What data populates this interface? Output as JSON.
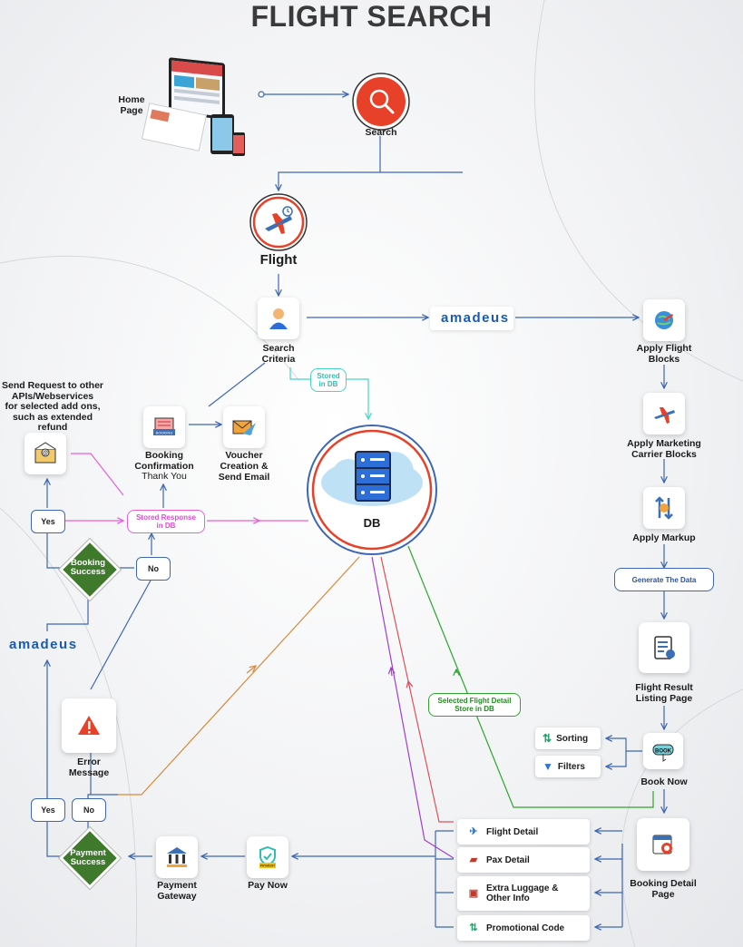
{
  "title": "FLIGHT SEARCH",
  "nodes": {
    "home_page": "Home\nPage",
    "search": "Search",
    "flight": "Flight",
    "search_criteria": "Search\nCriteria",
    "amadeus_top": "amadeus",
    "apply_flight_blocks": "Apply Flight\nBlocks",
    "apply_marketing": "Apply Marketing\nCarrier Blocks",
    "apply_markup": "Apply Markup",
    "generate_data": "Generate The Data",
    "flight_result": "Flight Result\nListing Page",
    "book_now": "Book Now",
    "sorting": "Sorting",
    "filters": "Filters",
    "stored_in_db": "Stored\nin DB",
    "db": "DB",
    "send_request": "Send Request to other\nAPIs/Webservices\nfor selected add ons,\nsuch as extended\nrefund",
    "booking_confirmation": "Booking\nConfirmation",
    "thank_you": "Thank You",
    "voucher": "Voucher\nCreation &\nSend Email",
    "stored_response": "Stored Response\nin DB",
    "yes_top": "Yes",
    "no_top": "No",
    "booking_success": "Booking\nSuccess",
    "amadeus_left": "amadeus",
    "error_message": "Error\nMessage",
    "selected_flight_detail": "Selected Flight Detail\nStore in DB",
    "yes_bottom": "Yes",
    "no_bottom": "No",
    "payment_success": "Payment\nSuccess",
    "payment_gateway": "Payment\nGateway",
    "pay_now": "Pay Now",
    "booking_detail_page": "Booking Detail\nPage",
    "flight_detail": "Flight Detail",
    "pax_detail": "Pax Detail",
    "extra_luggage": "Extra Luggage &\nOther Info",
    "promotional_code": "Promotional Code",
    "booking_badge": "BOOKING",
    "book_badge": "BOOK",
    "payment_badge": "PAYMENT"
  },
  "colors": {
    "flow_blue": "#3d66b5",
    "teal": "#45d6c8",
    "pink": "#ea5fd9",
    "green": "#2ea52e",
    "orange": "#d98a3d",
    "purple": "#a23ed0",
    "red": "#e0505a",
    "decision_green": "#3f7a2c",
    "search_red": "#e8412a"
  },
  "icons": [
    "search-icon",
    "flight-icon",
    "user-icon",
    "globe-plane-icon",
    "plane-icon",
    "markup-icon",
    "listing-icon",
    "book-icon",
    "server-icon",
    "booking-icon",
    "email-icon",
    "envelope-icon",
    "warning-icon",
    "bank-icon",
    "payment-icon",
    "detail-page-icon"
  ]
}
